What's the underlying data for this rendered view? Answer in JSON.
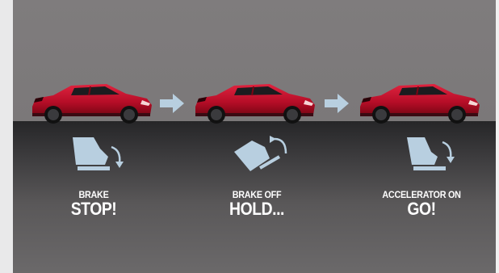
{
  "colors": {
    "background": "#7d7a7b",
    "car": "#c8102e",
    "icon": "#b8cfe0",
    "text": "#ffffff"
  },
  "steps": [
    {
      "action": "BRAKE",
      "status": "STOP!",
      "pedal": "brake-pedal-pressed-icon"
    },
    {
      "action": "BRAKE OFF",
      "status": "HOLD...",
      "pedal": "brake-pedal-released-icon"
    },
    {
      "action": "ACCELERATOR ON",
      "status": "GO!",
      "pedal": "accelerator-pedal-pressed-icon"
    }
  ],
  "icons": {
    "car": "sedan-car-icon",
    "arrow": "right-arrow-icon"
  }
}
